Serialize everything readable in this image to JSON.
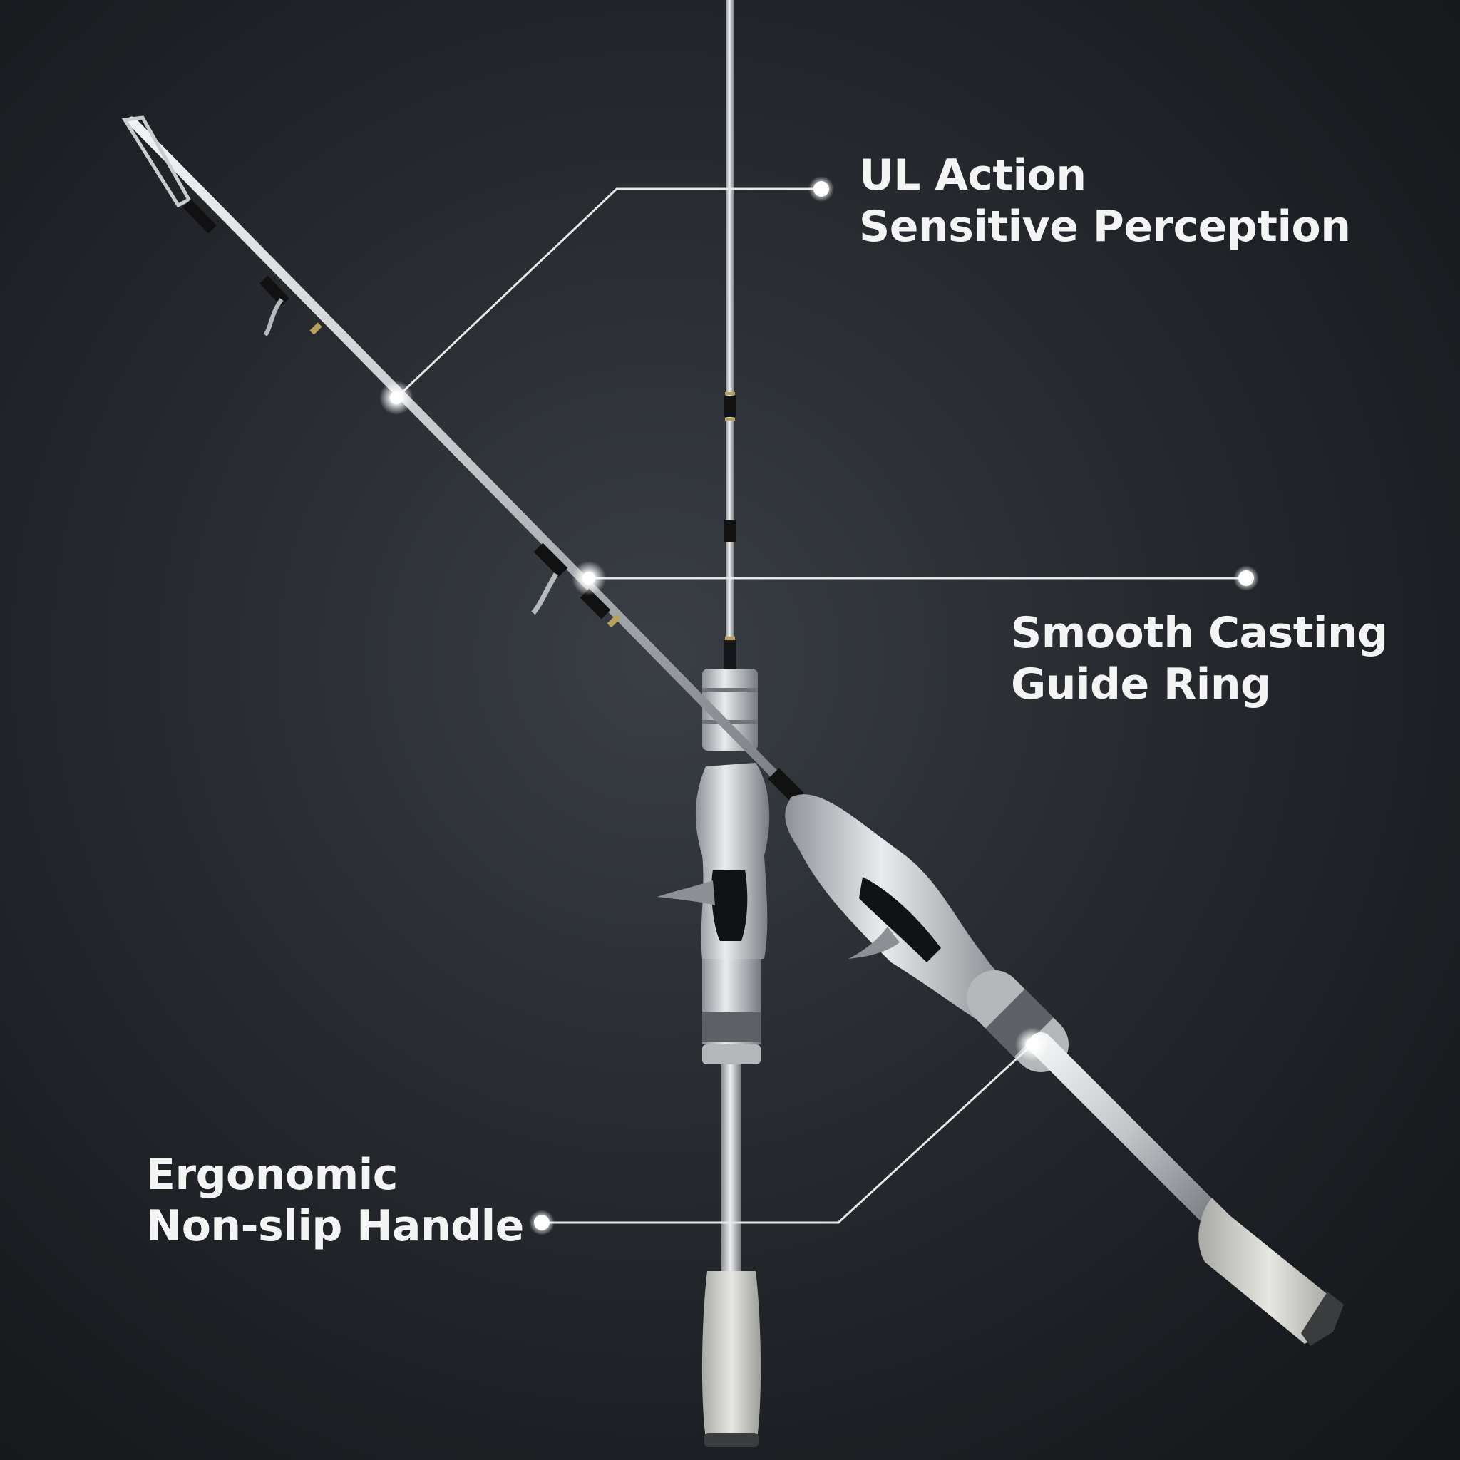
{
  "callouts": {
    "action": {
      "line1": "UL Action",
      "line2": "Sensitive Perception"
    },
    "guide": {
      "line1": "Smooth Casting",
      "line2": "Guide Ring"
    },
    "handle": {
      "line1": "Ergonomic",
      "line2": "Non-slip Handle"
    }
  },
  "colors": {
    "background": "#1c1f23",
    "text": "#f4f4f4",
    "blank": "#c9cbcd",
    "grip": "#dcdcd8",
    "accent_gold": "#b8a15a"
  },
  "icons": {
    "callout_marker": "glowing-dot"
  }
}
